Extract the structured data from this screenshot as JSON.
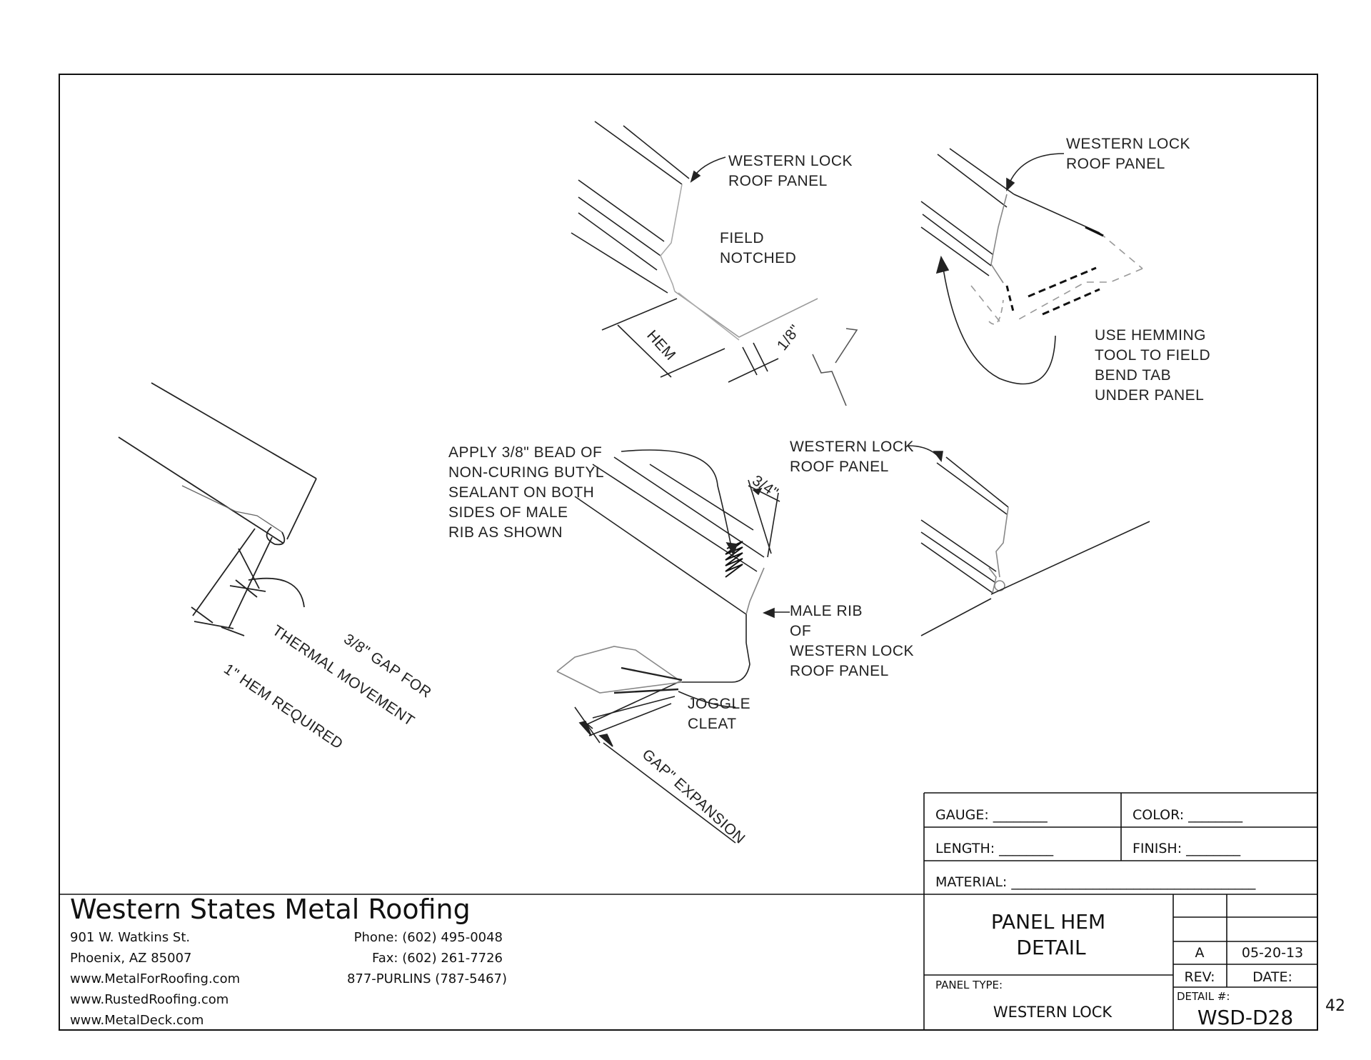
{
  "labels": {
    "wl1_line1": "WESTERN LOCK",
    "wl1_line2": "ROOF PANEL",
    "field_line1": "FIELD",
    "field_line2": "NOTCHED",
    "hem": "HEM",
    "eighth": "1/8\"",
    "wl2_line1": "WESTERN LOCK",
    "wl2_line2": "ROOF PANEL",
    "hemming_line1": "USE HEMMING",
    "hemming_line2": "TOOL TO FIELD",
    "hemming_line3": "BEND TAB",
    "hemming_line4": "UNDER PANEL",
    "bead_line1": "APPLY 3/8\" BEAD OF",
    "bead_line2": "NON-CURING BUTYL",
    "bead_line3": "SEALANT ON BOTH",
    "bead_line4": "SIDES OF MALE",
    "bead_line5": "RIB AS SHOWN",
    "three_quarter": "3/4\"",
    "wl3_line1": "WESTERN LOCK",
    "wl3_line2": "ROOF PANEL",
    "male_line1": "MALE RIB",
    "male_line2": "OF",
    "male_line3": "WESTERN LOCK",
    "male_line4": "ROOF PANEL",
    "joggle_line1": "JOGGLE",
    "joggle_line2": "CLEAT",
    "gap_expansion": "GAP\" EXPANSION",
    "gap_line1": "3/8\" GAP FOR",
    "gap_line2": "THERMAL MOVEMENT",
    "gap_line3": "1\" HEM REQUIRED"
  },
  "titleblock": {
    "gauge": "GAUGE: ________",
    "color": "COLOR: ________",
    "length": "LENGTH: ________",
    "finish": "FINISH: ________",
    "material": "MATERIAL: ____________________________________",
    "title_line1": "PANEL HEM",
    "title_line2": "DETAIL",
    "rev_value": "A",
    "date_value": "05-20-13",
    "rev_label": "REV:",
    "date_label": "DATE:",
    "panel_type_label": "PANEL TYPE:",
    "panel_type_value": "WESTERN LOCK",
    "detail_label": "DETAIL #:",
    "detail_value": "WSD-D28"
  },
  "company": {
    "name": "Western States Metal Roofing",
    "address1": "901 W. Watkins St.",
    "address2": "Phoenix, AZ 85007",
    "web1": "www.MetalForRoofing.com",
    "web2": "www.RustedRoofing.com",
    "web3": "www.MetalDeck.com",
    "phone": "Phone: (602) 495-0048",
    "fax": "Fax: (602) 261-7726",
    "tollfree": "877-PURLINS (787-5467)"
  },
  "page_number": "42"
}
